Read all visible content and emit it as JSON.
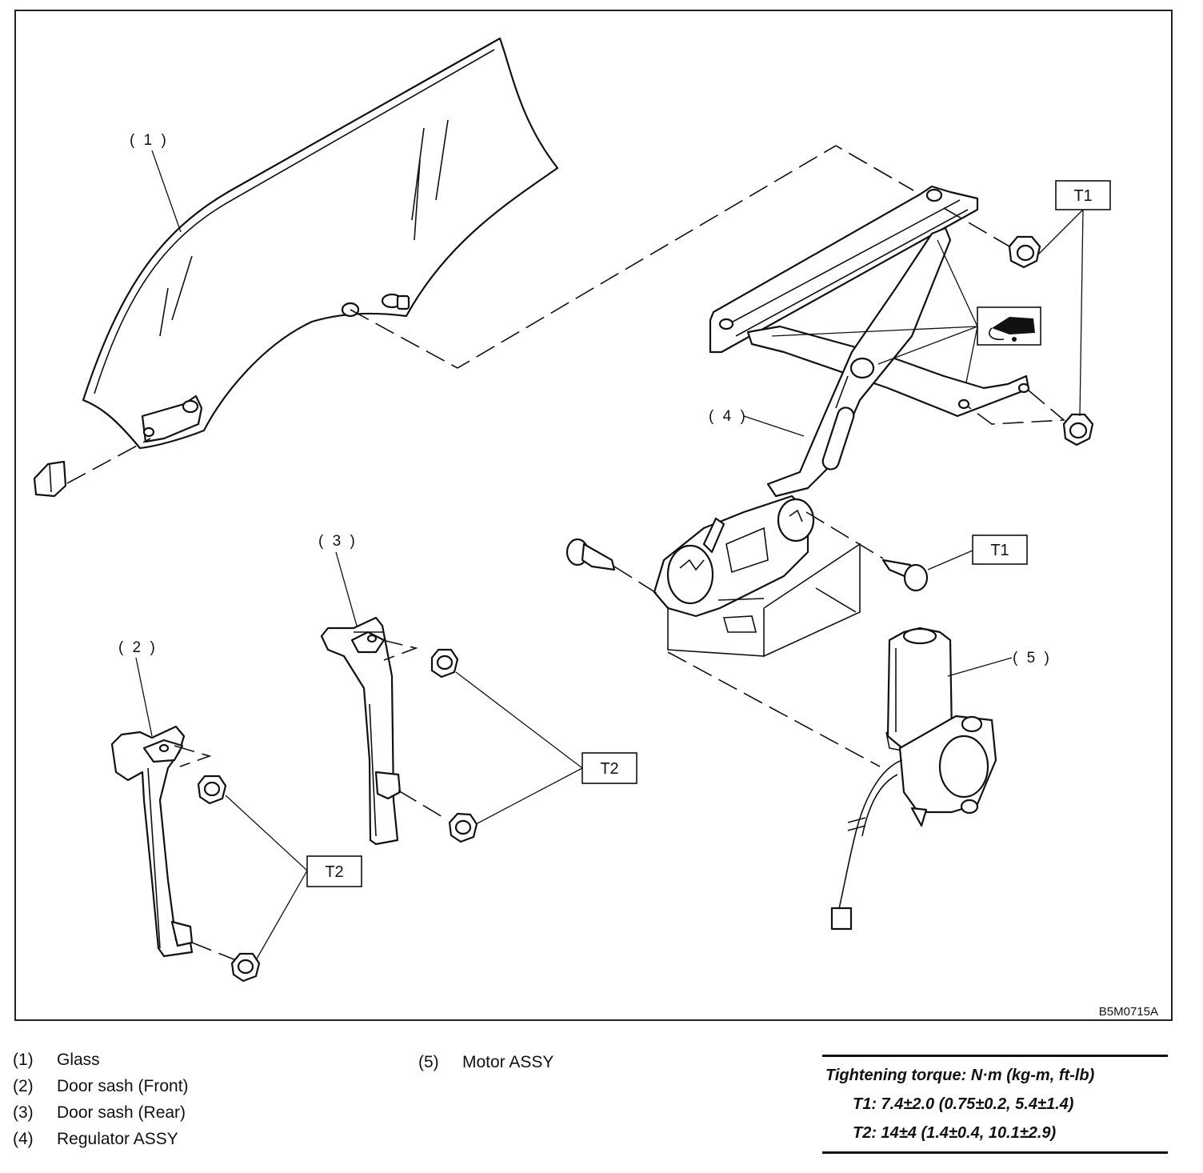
{
  "figure_code": "B5M0715A",
  "callouts": {
    "c1": "( 1 )",
    "c2": "( 2 )",
    "c3": "( 3 )",
    "c4": "( 4 )",
    "c5": "( 5 )"
  },
  "torque_labels": {
    "t1_upper": "T1",
    "t1_lower": "T1",
    "t2_rear": "T2",
    "t2_front": "T2"
  },
  "legend": {
    "items": [
      {
        "num": "(1)",
        "name": "Glass"
      },
      {
        "num": "(2)",
        "name": "Door sash (Front)"
      },
      {
        "num": "(3)",
        "name": "Door sash (Rear)"
      },
      {
        "num": "(4)",
        "name": "Regulator ASSY"
      },
      {
        "num": "(5)",
        "name": "Motor ASSY"
      }
    ]
  },
  "torque_spec": {
    "heading": "Tightening torque: N·m (kg-m, ft-lb)",
    "t1": "T1: 7.4±2.0 (0.75±0.2, 5.4±1.4)",
    "t2": "T2: 14±4 (1.4±0.4, 10.1±2.9)"
  },
  "icons": {
    "grease": "grease-icon"
  }
}
